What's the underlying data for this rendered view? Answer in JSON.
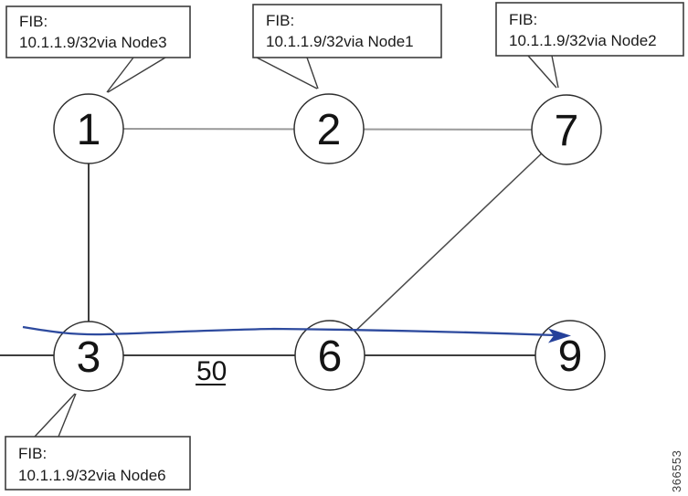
{
  "figure": {
    "number": "366553",
    "description": "Network topology diagram with FIB callouts and blue traffic-path arrow from node 3 through node 6 to node 9"
  },
  "colors": {
    "arrow_blue": "#2d4a9e",
    "arrowhead_blue": "#24409a",
    "edge_dark": "#3d3d3d",
    "edge_gray": "#9a9a9a",
    "node_stroke": "#2e2e2e"
  },
  "nodes": [
    {
      "label": "1"
    },
    {
      "label": "2"
    },
    {
      "label": "7"
    },
    {
      "label": "3"
    },
    {
      "label": "6"
    },
    {
      "label": "9"
    }
  ],
  "link_label": "50",
  "callouts": [
    {
      "line1": "FIB:",
      "line2": "10.1.1.9/32via Node3",
      "points_to": "1"
    },
    {
      "line1": "FIB:",
      "line2": "10.1.1.9/32via Node1",
      "points_to": "2"
    },
    {
      "line1": "FIB:",
      "line2": "10.1.1.9/32via Node2",
      "points_to": "7"
    },
    {
      "line1": "FIB:",
      "line2": "10.1.1.9/32via Node6",
      "points_to": "3"
    }
  ]
}
